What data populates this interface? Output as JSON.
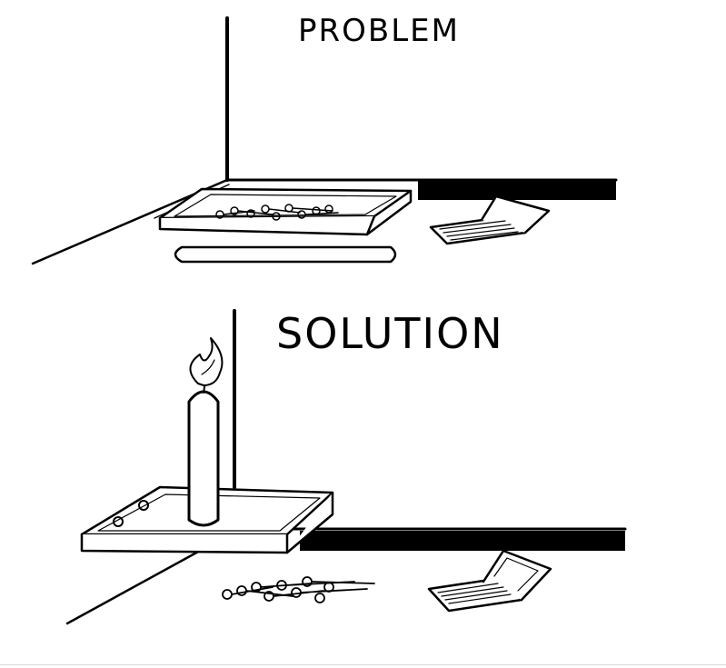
{
  "problem": {
    "label": "PROBLEM",
    "items": [
      "box-of-thumbtacks",
      "candle",
      "matchbook"
    ]
  },
  "solution": {
    "label": "SOLUTION",
    "items": [
      "box-tacked-to-wall",
      "lit-candle",
      "thumbtacks",
      "matchbook"
    ]
  },
  "colors": {
    "ink": "#000000",
    "paper": "#ffffff"
  }
}
